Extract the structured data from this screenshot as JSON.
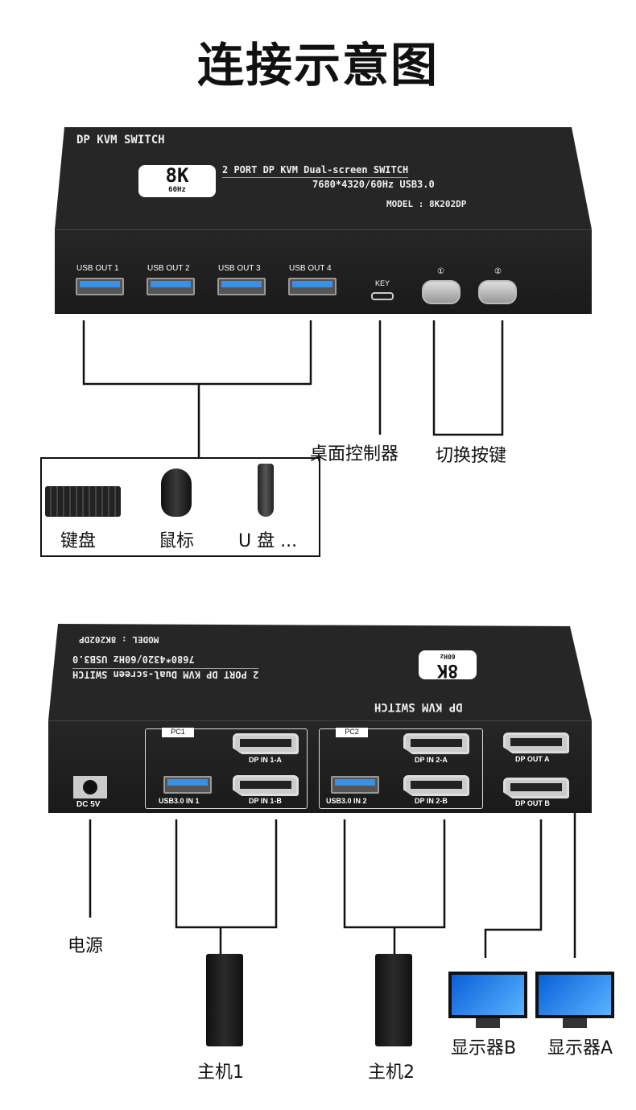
{
  "title": "连接示意图",
  "device": {
    "name": "DP KVM SWITCH",
    "badge_main": "8K",
    "badge_sub": "60Hz",
    "subtitle": "2 PORT DP KVM Dual-screen SWITCH",
    "spec": "7680*4320/60Hz  USB3.0",
    "model": "MODEL : 8K202DP"
  },
  "front": {
    "usb_ports": [
      "USB OUT 1",
      "USB OUT 2",
      "USB OUT 3",
      "USB OUT 4"
    ],
    "key_label": "KEY",
    "buttons": [
      "①",
      "②"
    ]
  },
  "rear": {
    "dc_label": "DC 5V",
    "groups": [
      {
        "tag": "PC1",
        "usb": "USB3.0 IN 1",
        "dp_a": "DP IN 1-A",
        "dp_b": "DP IN 1-B"
      },
      {
        "tag": "PC2",
        "usb": "USB3.0 IN 2",
        "dp_a": "DP IN 2-A",
        "dp_b": "DP IN 2-B"
      }
    ],
    "dp_out_a": "DP OUT A",
    "dp_out_b": "DP OUT B"
  },
  "captions": {
    "keyboard": "键盘",
    "mouse": "鼠标",
    "usb_drive": "U 盘 ...",
    "desktop_controller": "桌面控制器",
    "switch_buttons": "切换按键",
    "power": "电源",
    "host1": "主机1",
    "host2": "主机2",
    "monitor_b": "显示器B",
    "monitor_a": "显示器A"
  }
}
